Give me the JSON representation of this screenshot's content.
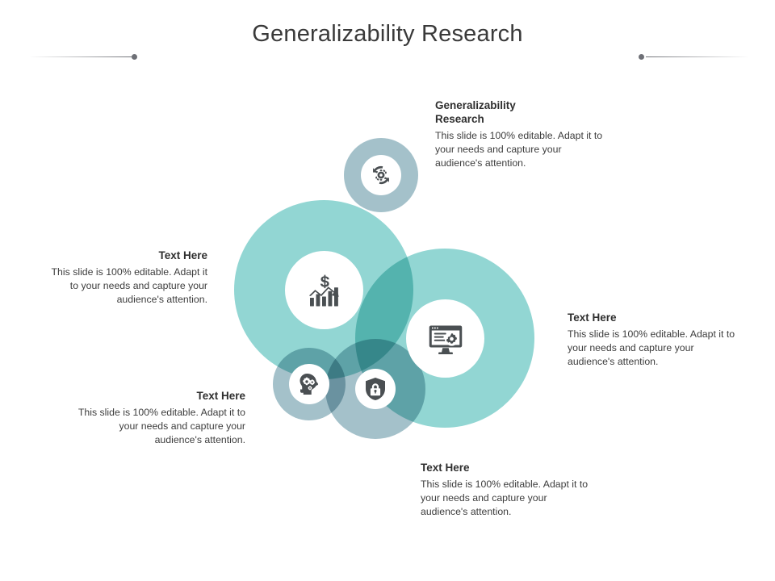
{
  "slide": {
    "title": "Generalizability Research",
    "background": "#ffffff",
    "title_color": "#3a3a3a",
    "accent_teal": "#7ACDC9",
    "accent_grey_blue": "#8DB2BD",
    "icon_color": "#4a4f52"
  },
  "blocks": {
    "top_right": {
      "heading_line1": "Generalizability",
      "heading_line2": "Research",
      "body": "This slide is 100% editable. Adapt it to your needs and capture your audience's attention."
    },
    "left": {
      "heading": "Text Here",
      "body": "This slide is 100% editable. Adapt it to your needs and capture your audience's attention."
    },
    "right": {
      "heading": "Text Here",
      "body": "This slide is 100% editable. Adapt it to your needs and capture your audience's attention."
    },
    "bottom_left": {
      "heading": "Text Here",
      "body": "This slide is 100% editable. Adapt it to your needs and capture your audience's attention."
    },
    "bottom": {
      "heading": "Text Here",
      "body": "This slide is 100% editable. Adapt it to your needs and capture your audience's attention."
    }
  },
  "icons": {
    "cycle": "cycle-gear-icon",
    "growth": "chart-growth-dollar-icon",
    "monitor": "monitor-settings-icon",
    "mind": "head-gears-icon",
    "shield": "shield-lock-icon"
  }
}
